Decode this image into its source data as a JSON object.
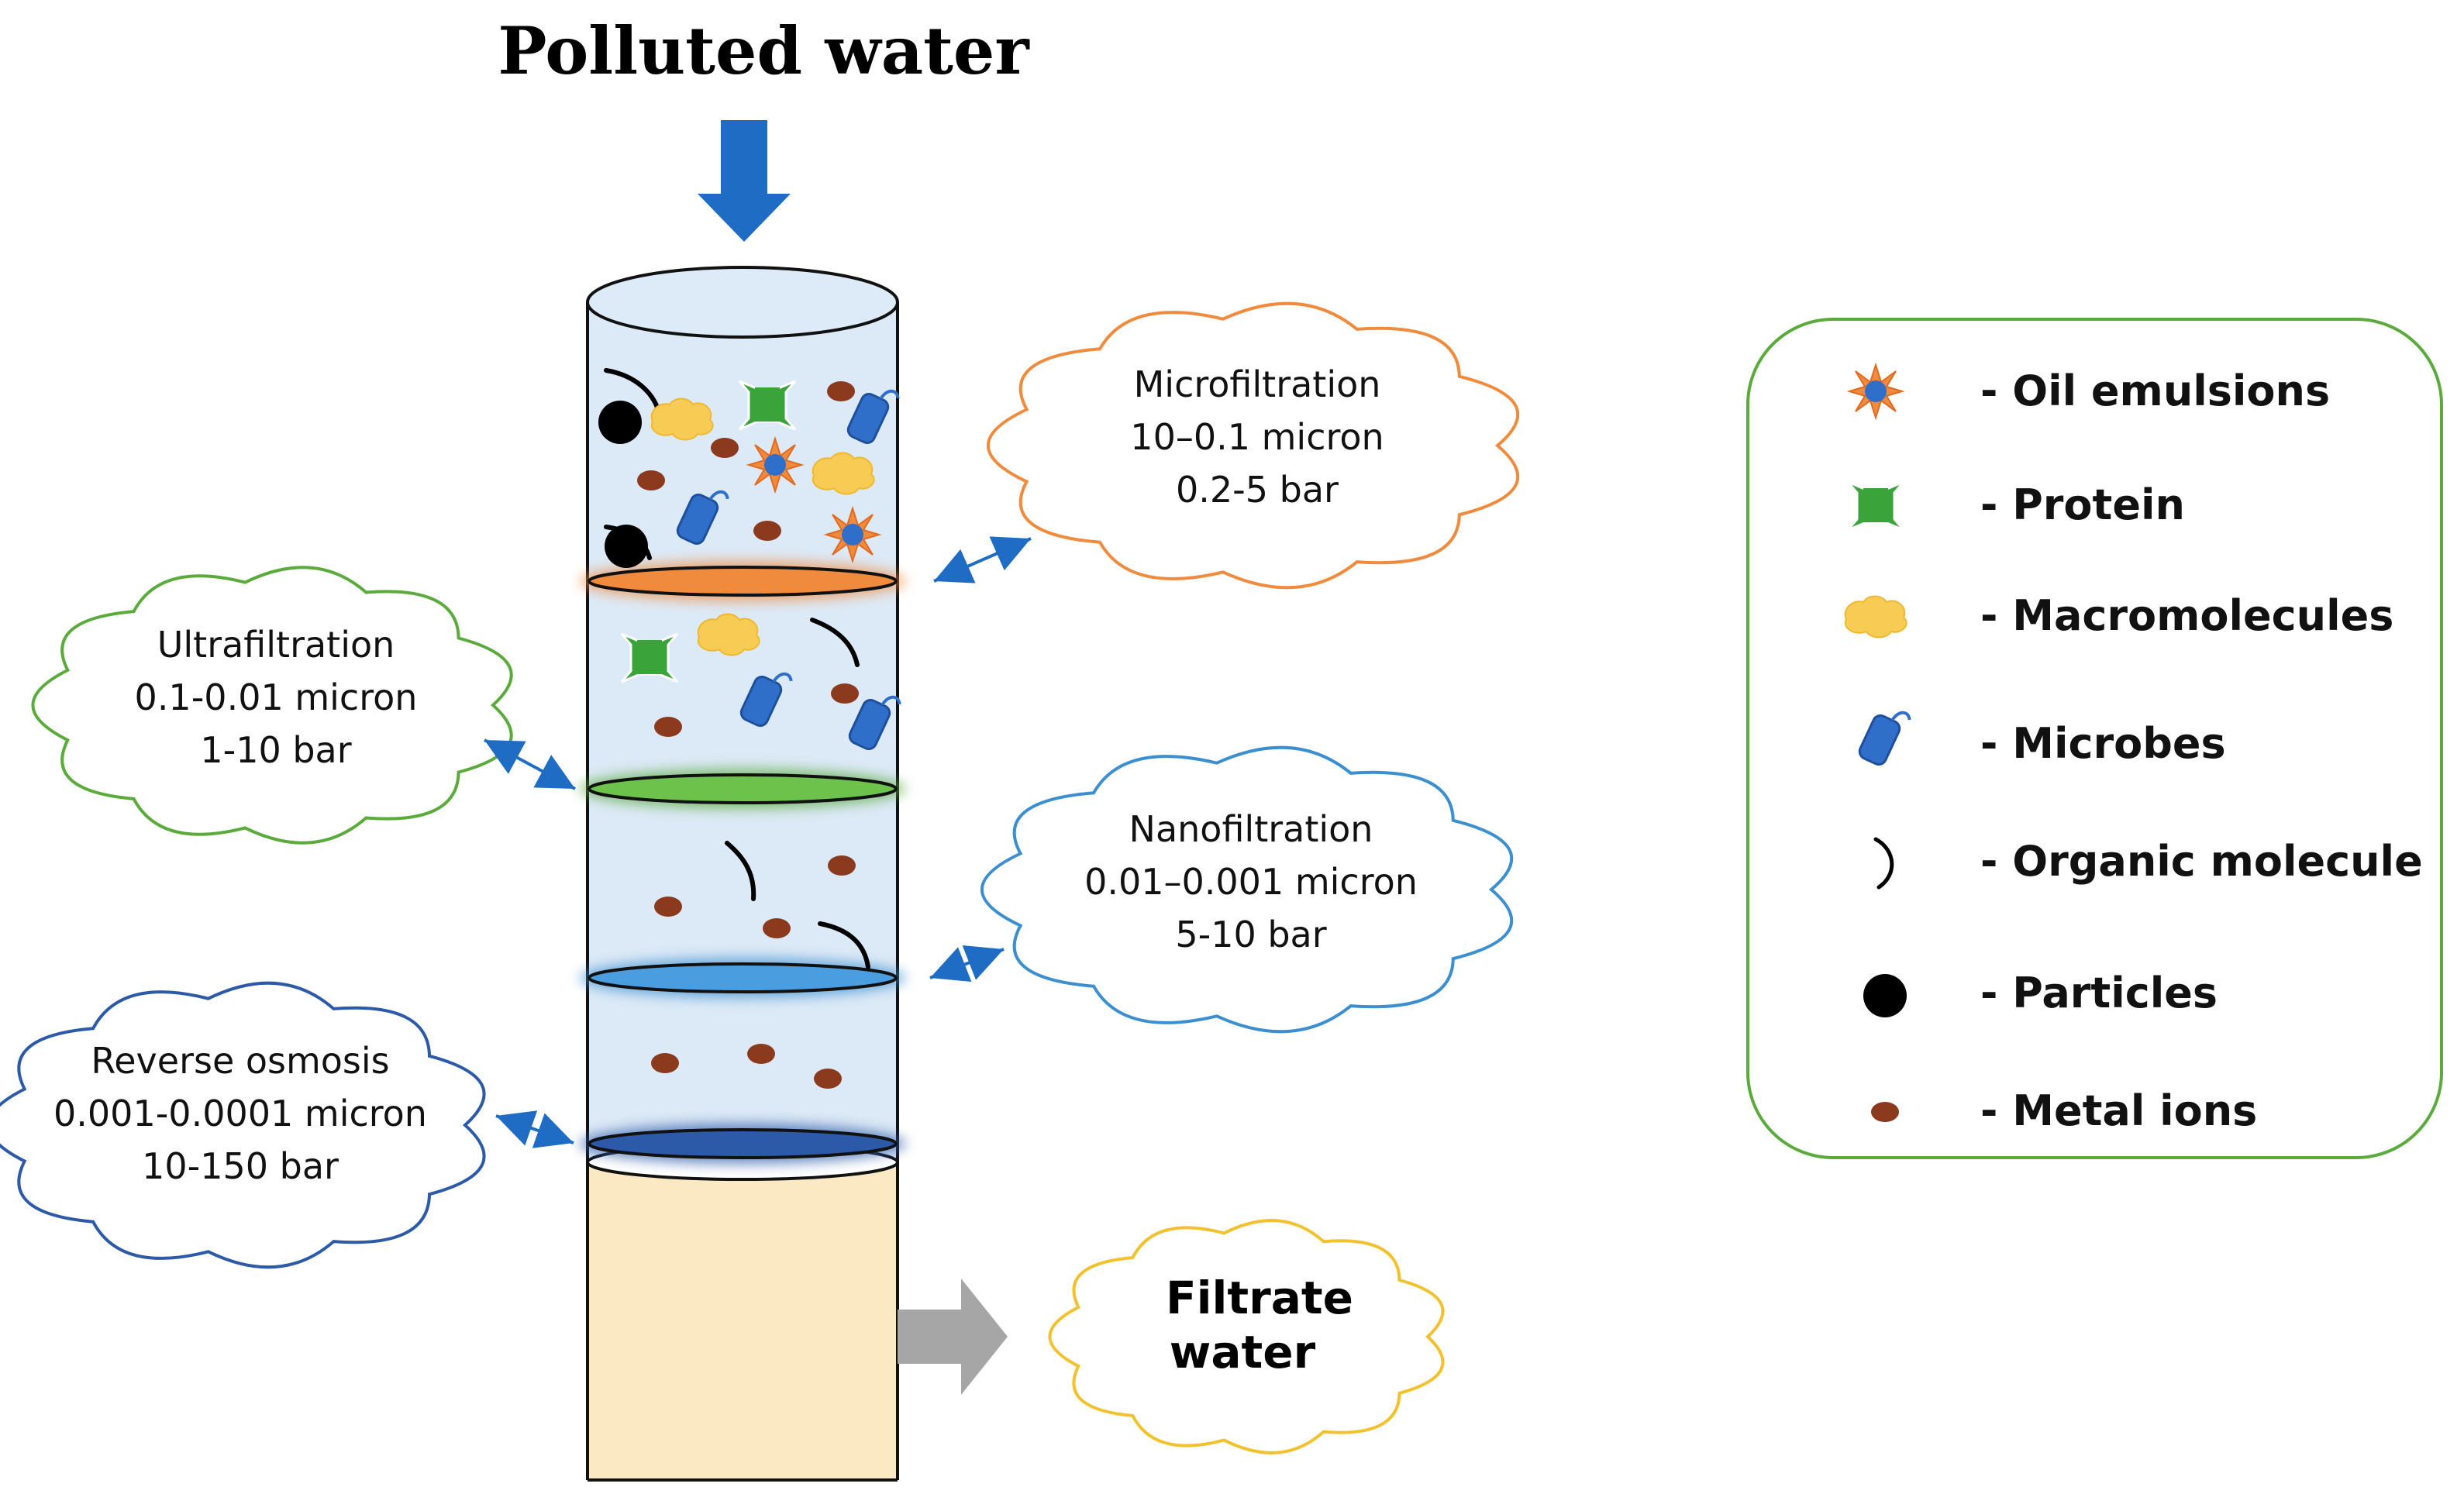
{
  "title": "Polluted water",
  "stages": [
    {
      "name": "Microfiltration",
      "size": "10–0.1 micron",
      "pressure": "0.2-5 bar",
      "color": "#f08a3c"
    },
    {
      "name": "Ultrafiltration",
      "size": "0.1-0.01 micron",
      "pressure": "1-10 bar",
      "color": "#5aaa3c"
    },
    {
      "name": "Nanofiltration",
      "size": "0.01–0.001 micron",
      "pressure": "5-10 bar",
      "color": "#3b8fd0"
    },
    {
      "name": "Reverse osmosis",
      "size": "0.001-0.0001 micron",
      "pressure": "10-150 bar",
      "color": "#2c5aa8"
    }
  ],
  "filtrate": {
    "line1": "Filtrate",
    "line2": "water",
    "color": "#f2c12e"
  },
  "legend": {
    "border_color": "#5aaa3c",
    "items": [
      {
        "icon": "oil-emulsion-icon",
        "label": "- Oil emulsions"
      },
      {
        "icon": "protein-icon",
        "label": "- Protein"
      },
      {
        "icon": "macromolecule-icon",
        "label": "- Macromolecules"
      },
      {
        "icon": "microbe-icon",
        "label": "- Microbes"
      },
      {
        "icon": "organic-molecule-icon",
        "label": "- Organic molecule"
      },
      {
        "icon": "particle-icon",
        "label": "- Particles"
      },
      {
        "icon": "metal-ion-icon",
        "label": "- Metal ions"
      }
    ]
  },
  "colors": {
    "arrow_blue": "#1f6cc4",
    "column_fill": "#dce9f6",
    "filtrate_fill": "#fbe9c4",
    "outlet_gray": "#a6a6a6",
    "metal_ion": "#8b3a1e",
    "protein": "#3aa33a",
    "macromolecule": "#f6cc55",
    "microbe": "#2f6fc9",
    "oil_center": "#2f6fc9",
    "oil_star": "#f08a3c"
  }
}
